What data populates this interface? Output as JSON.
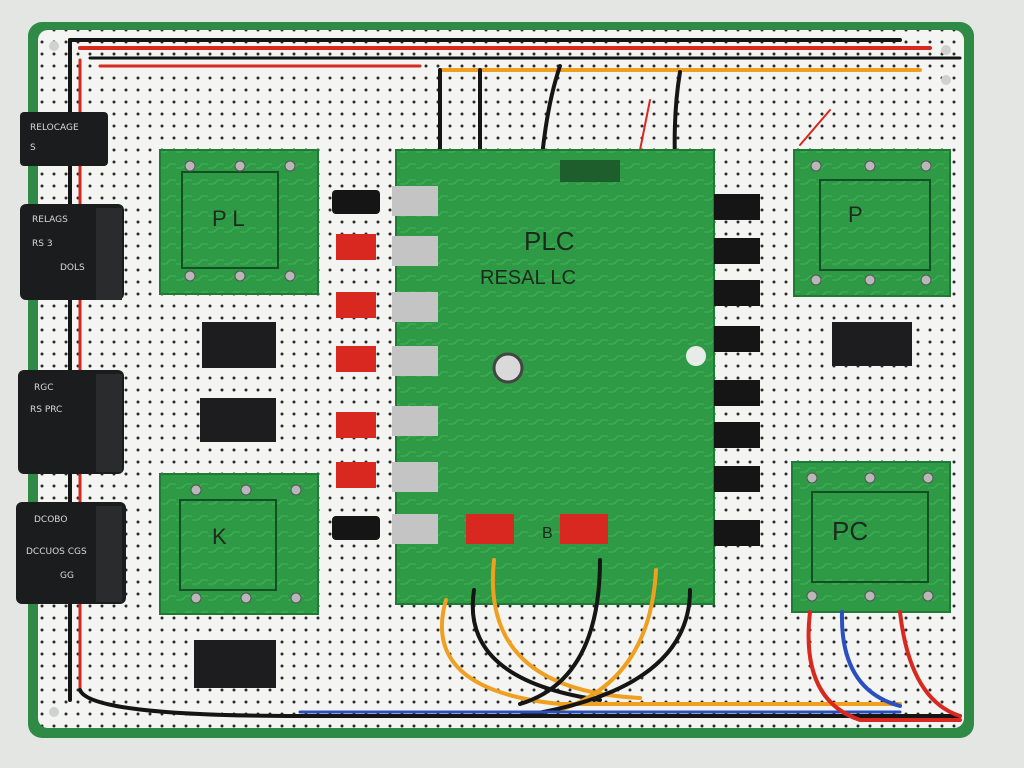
{
  "image": {
    "main_board": {
      "label_line1": "PLC",
      "label_line2": "RESAL LC"
    },
    "relay_boards": {
      "top_left": "P L",
      "top_right": "P",
      "bottom_left": "K",
      "bottom_right": "PC"
    },
    "left_modules": [
      {
        "line1": "RELOCAGE",
        "line2": "S"
      },
      {
        "line1": "RELAGS",
        "line2": "RS 3",
        "line3": "DOLS"
      },
      {
        "line1": "RGC",
        "line2": "RS PRC"
      },
      {
        "line1": "DCOBO",
        "line2": "DCCUOS CGS",
        "line3": "GG"
      }
    ],
    "bottom_small_label": "B",
    "colors": {
      "pcb_green": "#2f9a45",
      "pcb_dark": "#1e7a34",
      "perfboard": "#f4f5f2",
      "board_edge": "#2e8a44",
      "wire_red": "#d8281f",
      "wire_black": "#151515",
      "wire_orange": "#f0a020",
      "wire_blue": "#2a4fc0"
    }
  }
}
